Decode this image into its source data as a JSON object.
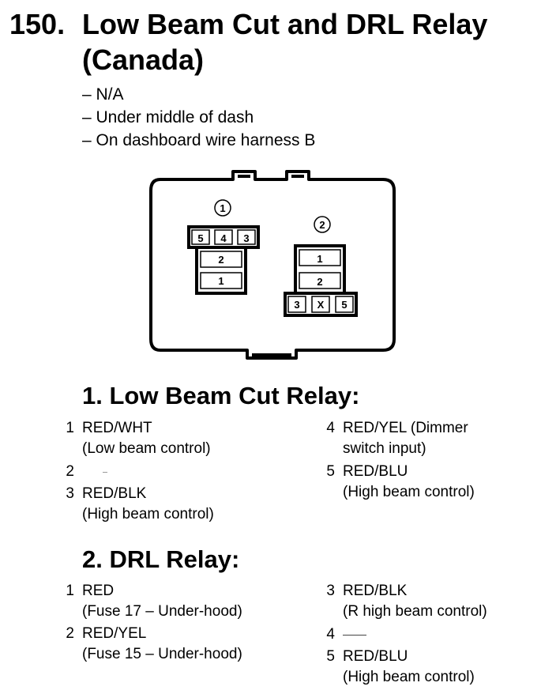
{
  "header": {
    "number": "150.",
    "title_line1": "Low Beam Cut and DRL Relay",
    "title_line2": "(Canada)"
  },
  "info": [
    "– N/A",
    "– Under middle of dash",
    "– On dashboard wire harness B"
  ],
  "diagram": {
    "connector1": {
      "label": "①",
      "top_row": [
        "5",
        "4",
        "3"
      ],
      "middle": "2",
      "bottom": "1"
    },
    "connector2": {
      "label": "②",
      "top": "1",
      "middle": "2",
      "bottom_row": [
        "3",
        "X",
        "5"
      ]
    }
  },
  "sections": [
    {
      "heading": "1. Low Beam Cut Relay:",
      "left": [
        {
          "num": "1",
          "wire": "RED/WHT",
          "desc": "(Low beam control)"
        },
        {
          "num": "2",
          "wire": "",
          "desc": ""
        },
        {
          "num": "3",
          "wire": "RED/BLK",
          "desc": "(High beam control)"
        }
      ],
      "right": [
        {
          "num": "4",
          "wire": "RED/YEL (Dimmer",
          "desc": "switch input)"
        },
        {
          "num": "5",
          "wire": "RED/BLU",
          "desc": "(High beam control)"
        }
      ]
    },
    {
      "heading": "2. DRL Relay:",
      "left": [
        {
          "num": "1",
          "wire": "RED",
          "desc": "(Fuse 17 – Under-hood)"
        },
        {
          "num": "2",
          "wire": "RED/YEL",
          "desc": "(Fuse 15 – Under-hood)"
        }
      ],
      "right": [
        {
          "num": "3",
          "wire": "RED/BLK",
          "desc": "(R high beam control)"
        },
        {
          "num": "4",
          "wire": "",
          "desc": ""
        },
        {
          "num": "5",
          "wire": "RED/BLU",
          "desc": "(High beam control)"
        }
      ]
    }
  ]
}
